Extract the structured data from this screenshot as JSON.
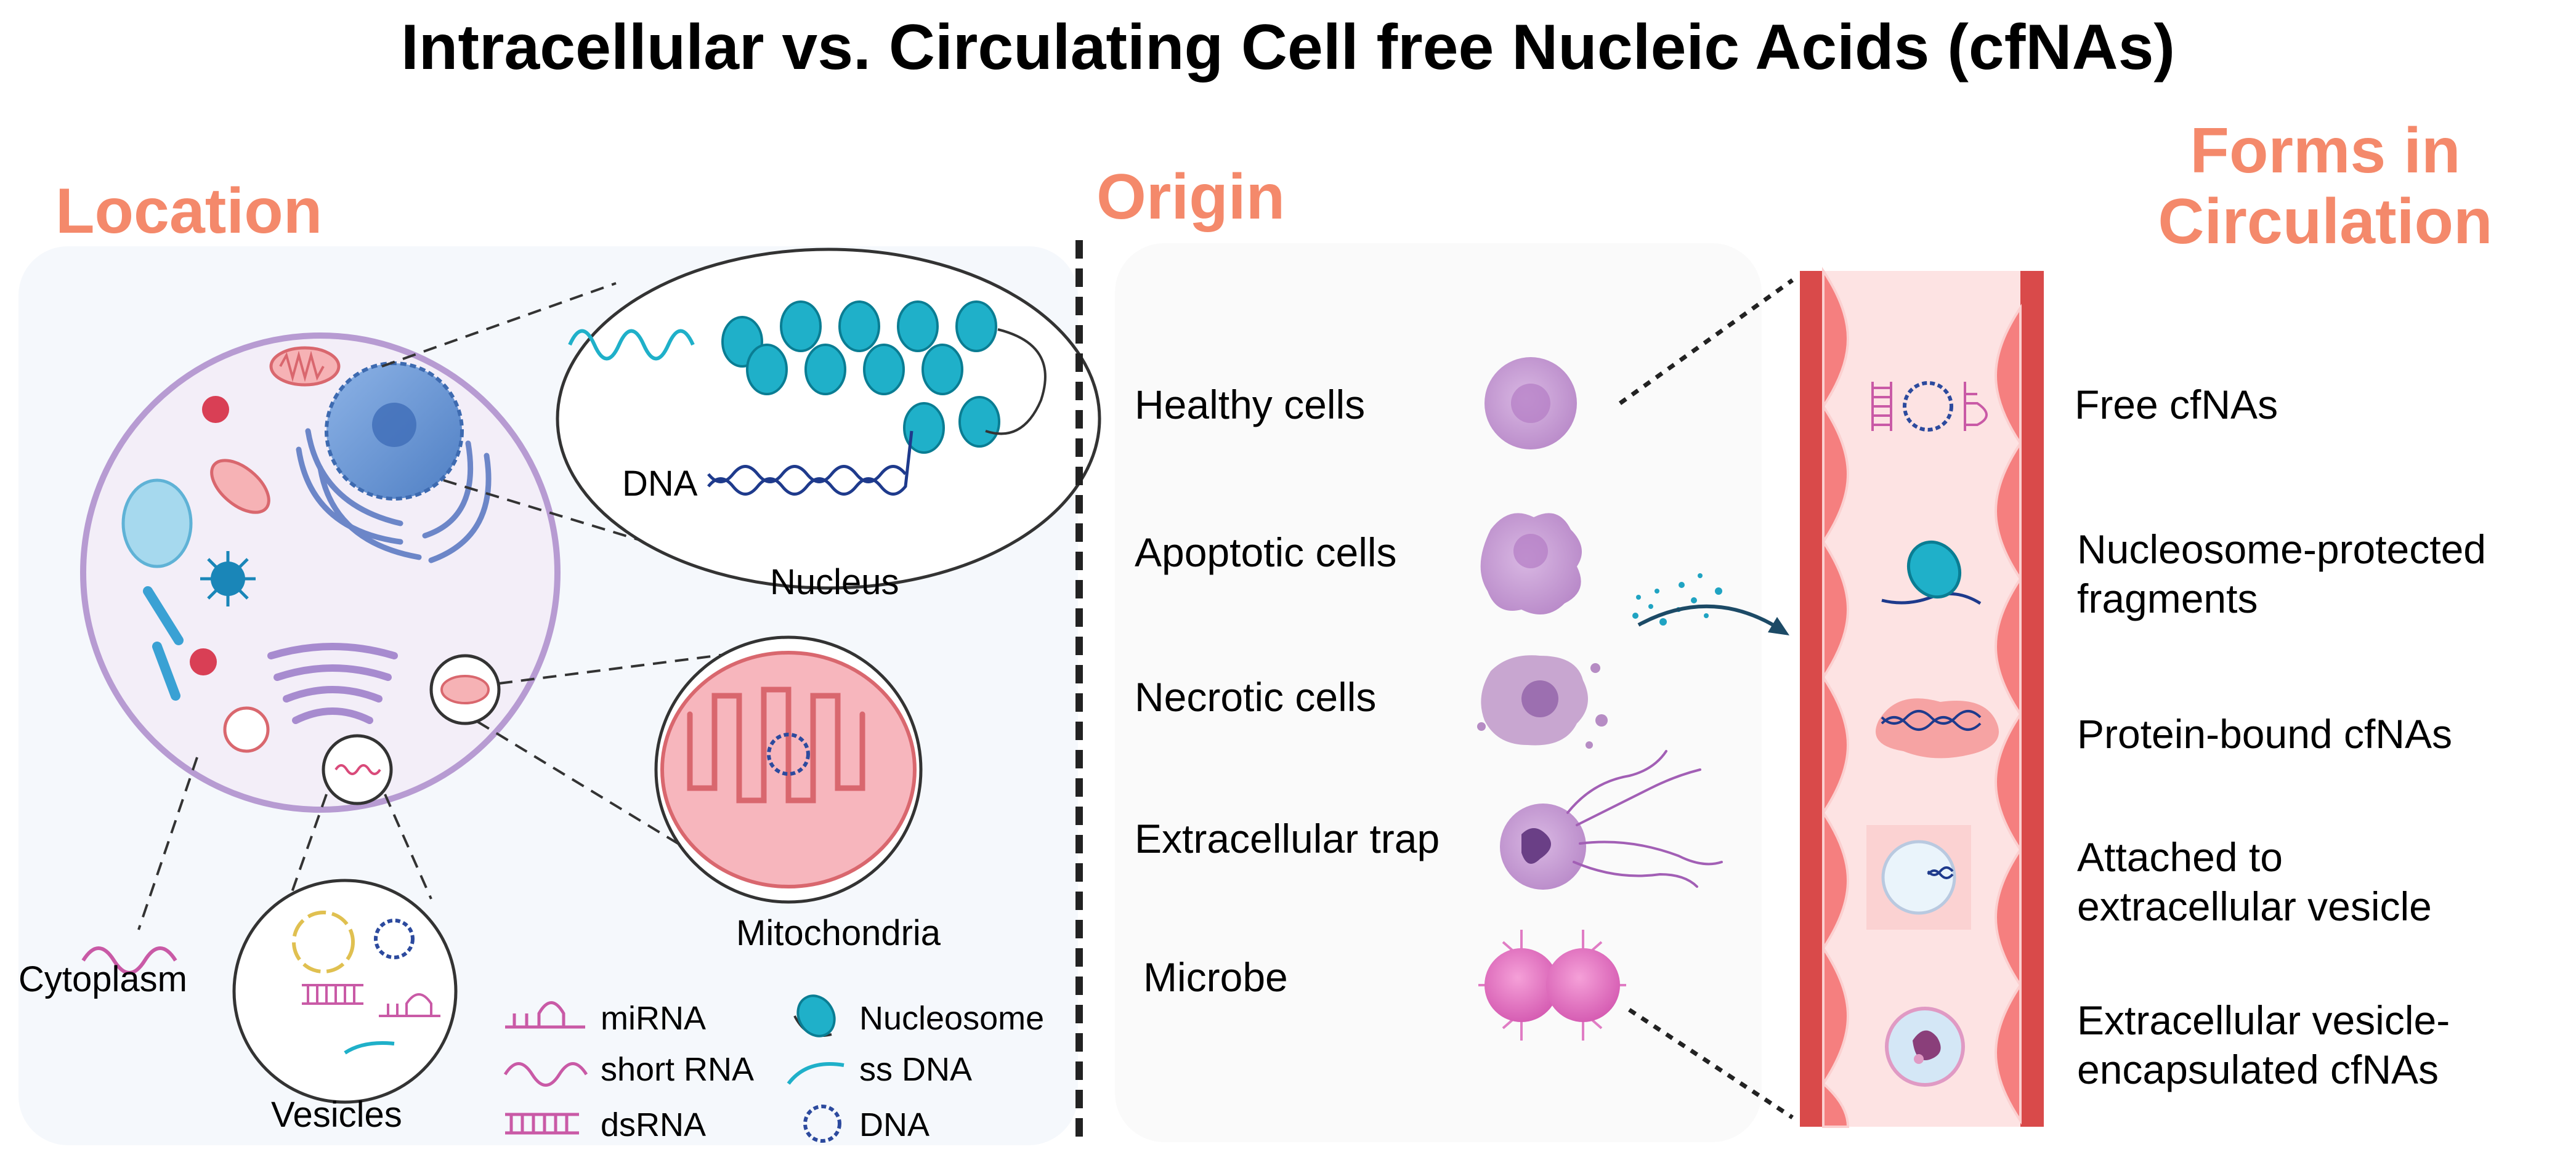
{
  "title": "Intracellular vs. Circulating Cell free Nucleic Acids (cfNAs)",
  "colors": {
    "accent": "#f4896b",
    "cell_membrane": "#b79bd2",
    "nucleus": "#6f9bd6",
    "vessel_wall": "#d94a4a",
    "vessel_lumen": "#fde3e3",
    "panel_bg": "#f5f8fc"
  },
  "location": {
    "heading": "Location",
    "labels": {
      "nucleus": "Nucleus",
      "dna": "DNA",
      "mitochondria": "Mitochondria",
      "cytoplasm": "Cytoplasm",
      "vesicles": "Vesicles"
    },
    "legend": [
      {
        "icon": "mirna-icon",
        "label": "miRNA"
      },
      {
        "icon": "short-rna-icon",
        "label": "short RNA"
      },
      {
        "icon": "dsrna-icon",
        "label": "dsRNA"
      },
      {
        "icon": "nucleosome-icon",
        "label": "Nucleosome"
      },
      {
        "icon": "ss-dna-icon",
        "label": "ss DNA"
      },
      {
        "icon": "dna-icon",
        "label": "DNA"
      }
    ]
  },
  "origin": {
    "heading": "Origin",
    "items": [
      {
        "label": "Healthy cells",
        "icon": "healthy-cell-icon"
      },
      {
        "label": "Apoptotic cells",
        "icon": "apoptotic-cell-icon"
      },
      {
        "label": "Necrotic cells",
        "icon": "necrotic-cell-icon"
      },
      {
        "label": "Extracellular trap",
        "icon": "extracellular-trap-icon"
      },
      {
        "label": "Microbe",
        "icon": "microbe-icon"
      }
    ]
  },
  "forms": {
    "heading_line1": "Forms in",
    "heading_line2": "Circulation",
    "items": [
      {
        "line1": "Free cfNAs",
        "line2": "",
        "icon": "free-cfna-icon"
      },
      {
        "line1": "Nucleosome-protected",
        "line2": "fragments",
        "icon": "nucleosome-fragment-icon"
      },
      {
        "line1": "Protein-bound cfNAs",
        "line2": "",
        "icon": "protein-bound-icon"
      },
      {
        "line1": "Attached to",
        "line2": "extracellular vesicle",
        "icon": "attached-vesicle-icon"
      },
      {
        "line1": "Extracellular vesicle-",
        "line2": "encapsulated cfNAs",
        "icon": "encapsulated-vesicle-icon"
      }
    ]
  }
}
